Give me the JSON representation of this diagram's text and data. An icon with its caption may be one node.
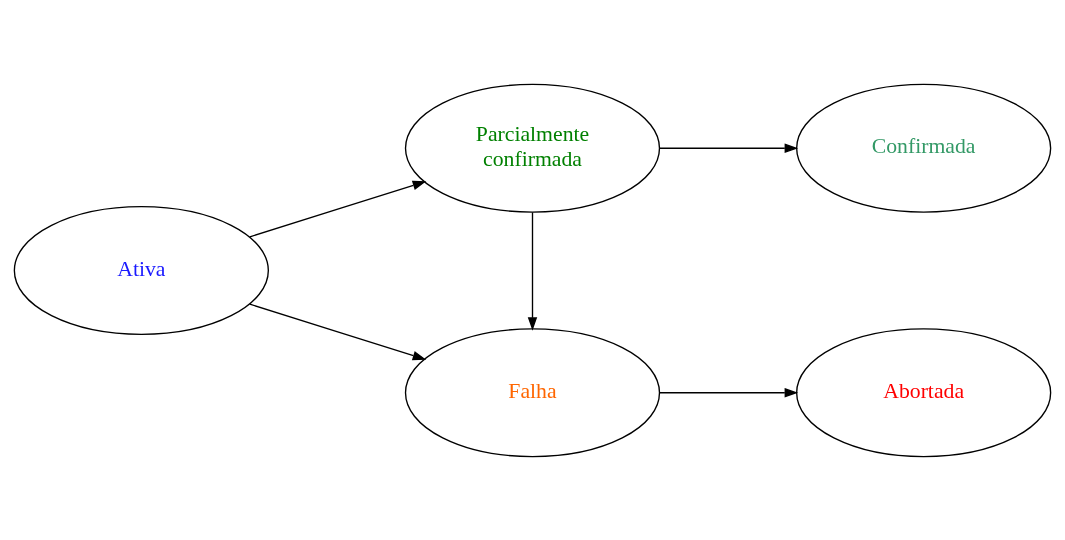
{
  "diagram": {
    "nodes": [
      {
        "text": [
          "Ativa"
        ]
      },
      {
        "text": [
          "Parcialmente confirmada"
        ]
      },
      {
        "text": [
          "Confirmada"
        ]
      },
      {
        "text": [
          "Falha"
        ]
      },
      {
        "text": [
          "Abortada"
        ]
      }
    ],
    "edges": [
      {
        "from": 0,
        "to": 1,
        "arrow": "to"
      },
      {
        "from": 1,
        "to": 2,
        "arrow": "to"
      },
      {
        "from": 1,
        "to": 3,
        "arrow": "to"
      },
      {
        "from": 0,
        "to": 3,
        "arrow": "to"
      },
      {
        "from": 3,
        "to": 4,
        "arrow": "to"
      }
    ]
  }
}
